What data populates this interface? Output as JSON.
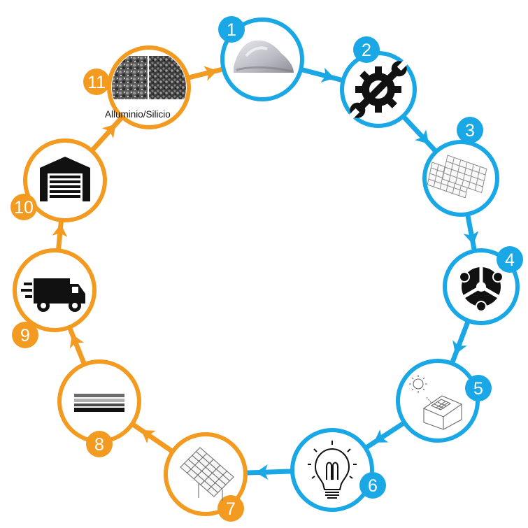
{
  "colors": {
    "blue": "#1aa7e6",
    "orange": "#f39a21",
    "icon": "#111111",
    "line_icon": "#888888"
  },
  "steps": [
    {
      "number": "1",
      "icon": "powder-icon",
      "phase": "blue"
    },
    {
      "number": "2",
      "icon": "gear-wrench-icon",
      "phase": "blue"
    },
    {
      "number": "3",
      "icon": "solar-panels-icon",
      "phase": "blue"
    },
    {
      "number": "4",
      "icon": "radioactive-icon",
      "phase": "blue"
    },
    {
      "number": "5",
      "icon": "solar-house-icon",
      "phase": "blue"
    },
    {
      "number": "6",
      "icon": "light-bulb-icon",
      "phase": "blue"
    },
    {
      "number": "7",
      "icon": "solar-panel-icon",
      "phase": "orange"
    },
    {
      "number": "8",
      "icon": "material-layers-icon",
      "phase": "orange"
    },
    {
      "number": "9",
      "icon": "delivery-truck-icon",
      "phase": "orange"
    },
    {
      "number": "10",
      "icon": "warehouse-icon",
      "phase": "orange"
    },
    {
      "number": "11",
      "icon": "aluminium-silicon-icon",
      "phase": "orange"
    }
  ],
  "step11_caption": "Alluminio/Silicio"
}
